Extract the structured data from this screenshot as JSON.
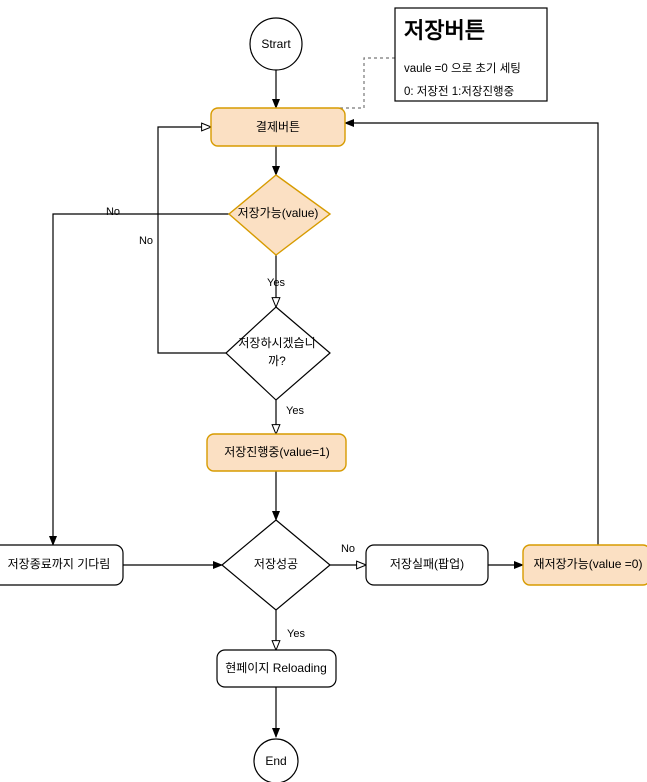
{
  "diagram": {
    "title_note": {
      "heading": "저장버튼",
      "lines": [
        "vaule =0  으로 초기 세팅",
        "0: 저장전 1:저장진행중"
      ]
    },
    "colors": {
      "accent_fill": "#fbe0c3",
      "accent_stroke": "#d79b00",
      "plain_fill": "#ffffff",
      "plain_stroke": "#000000",
      "dashed_stroke": "#777777"
    },
    "nodes": [
      {
        "id": "start",
        "label": "Strart",
        "shape": "terminator"
      },
      {
        "id": "payBtn",
        "label": "결제버튼",
        "shape": "process-accent"
      },
      {
        "id": "canSave",
        "label": "저장가능(value)",
        "shape": "decision-accent"
      },
      {
        "id": "confirm1",
        "label": "저장하시겠습니",
        "shape": "decision"
      },
      {
        "id": "confirm2",
        "label": "까?",
        "shape": "decision-line2"
      },
      {
        "id": "saving",
        "label": "저장진행중(value=1)",
        "shape": "process-accent"
      },
      {
        "id": "waitEnd",
        "label": "저장종료까지 기다림",
        "shape": "process"
      },
      {
        "id": "saveOk",
        "label": "저장성공",
        "shape": "decision"
      },
      {
        "id": "saveFail",
        "label": "저장실패(팝업)",
        "shape": "process"
      },
      {
        "id": "resave",
        "label": "재저장가능(value =0)",
        "shape": "process-accent"
      },
      {
        "id": "reload",
        "label": "현페이지 Reloading",
        "shape": "process"
      },
      {
        "id": "end",
        "label": "End",
        "shape": "terminator"
      }
    ],
    "edge_labels": {
      "no_from_cansave": "No",
      "no_from_confirm": "No",
      "yes_from_cansave": "Yes",
      "yes_from_confirm": "Yes",
      "no_from_saveok": "No",
      "yes_from_saveok": "Yes"
    }
  }
}
